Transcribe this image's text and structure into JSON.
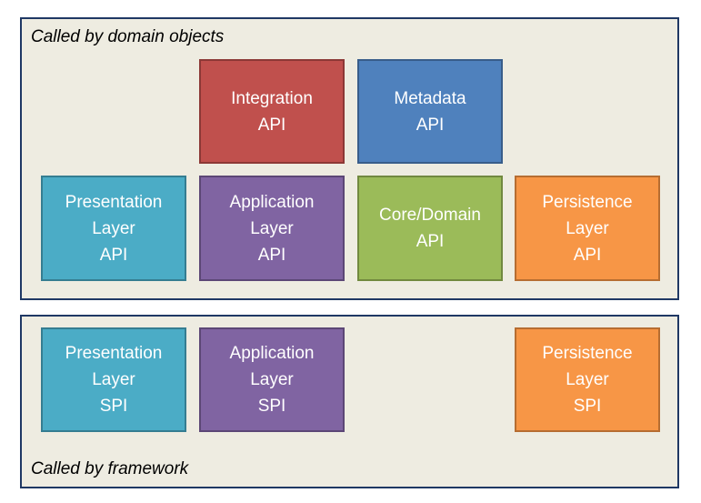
{
  "api_panel": {
    "caption": "Called by domain objects",
    "boxes": [
      {
        "lines": [
          "Integration",
          "API"
        ],
        "color": "#c0504d"
      },
      {
        "lines": [
          "Metadata",
          "API"
        ],
        "color": "#4f81bd"
      },
      {
        "lines": [
          "Presentation",
          "Layer",
          "API"
        ],
        "color": "#4bacc6"
      },
      {
        "lines": [
          "Application",
          "Layer",
          "API"
        ],
        "color": "#8064a2"
      },
      {
        "lines": [
          "Core/Domain",
          "API"
        ],
        "color": "#9bbb59"
      },
      {
        "lines": [
          "Persistence",
          "Layer",
          "API"
        ],
        "color": "#f79646"
      }
    ]
  },
  "spi_panel": {
    "caption": "Called by framework",
    "boxes": [
      {
        "lines": [
          "Presentation",
          "Layer",
          "SPI"
        ],
        "color": "#4bacc6"
      },
      {
        "lines": [
          "Application",
          "Layer",
          "SPI"
        ],
        "color": "#8064a2"
      },
      {
        "lines": [
          "Persistence",
          "Layer",
          "SPI"
        ],
        "color": "#f79646"
      }
    ]
  }
}
